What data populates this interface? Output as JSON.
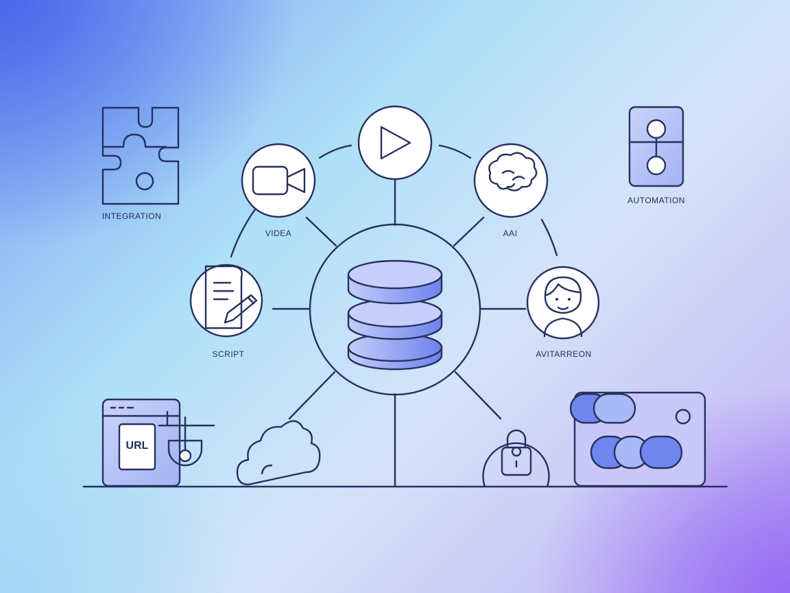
{
  "labels": {
    "integration": "INTEGRATION",
    "automation": "AUTOMATION",
    "video": "VIDEA",
    "ai": "AAI",
    "script": "SCRIPT",
    "avatar": "AVITARREON",
    "url": "URL"
  },
  "colors": {
    "stroke": "#26305f",
    "accent_blue": "#6f86ee",
    "accent_light": "#a9b8f6",
    "node_fill": "#ffffff"
  }
}
